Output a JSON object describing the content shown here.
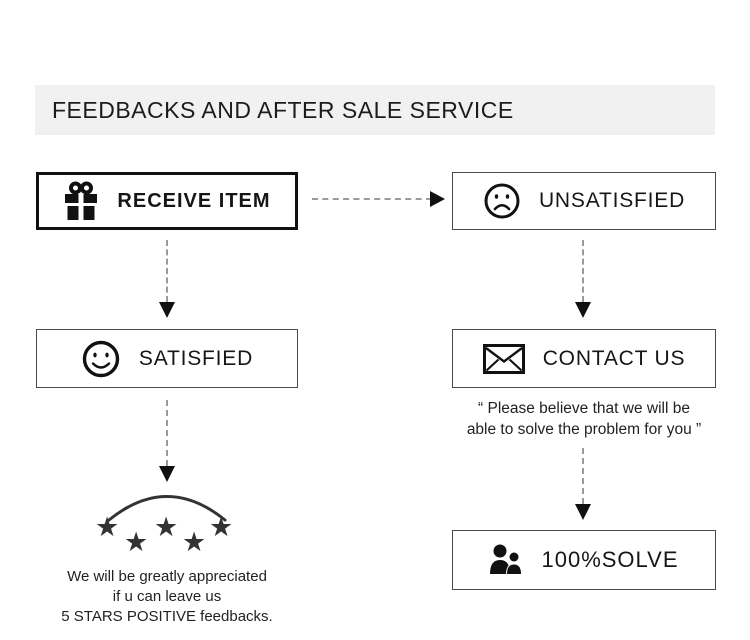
{
  "page": {
    "background": "#ffffff",
    "band_bg": "#f1f1f1",
    "line_color": "#111111",
    "dash_color": "#9a9a9a",
    "star_color": "#333333"
  },
  "header": {
    "title": "FEEDBACKS AND AFTER SALE SERVICE"
  },
  "flow": {
    "receive": {
      "label": "RECEIVE ITEM",
      "icon": "gift-icon"
    },
    "unsatisfied": {
      "label": "UNSATISFIED",
      "icon": "sad-face-icon"
    },
    "satisfied": {
      "label": "SATISFIED",
      "icon": "smiley-face-icon"
    },
    "contact": {
      "label": "CONTACT US",
      "icon": "envelope-icon"
    },
    "solve": {
      "label": "100%SOLVE",
      "icon": "people-icon"
    },
    "contact_note": "“ Please believe that we will be\nable to solve the problem for you ”",
    "feedback_note": "We will be greatly appreciated\nif u can leave us\n5 STARS POSITIVE feedbacks.",
    "stars": {
      "count": 5,
      "glyph": "★"
    }
  }
}
